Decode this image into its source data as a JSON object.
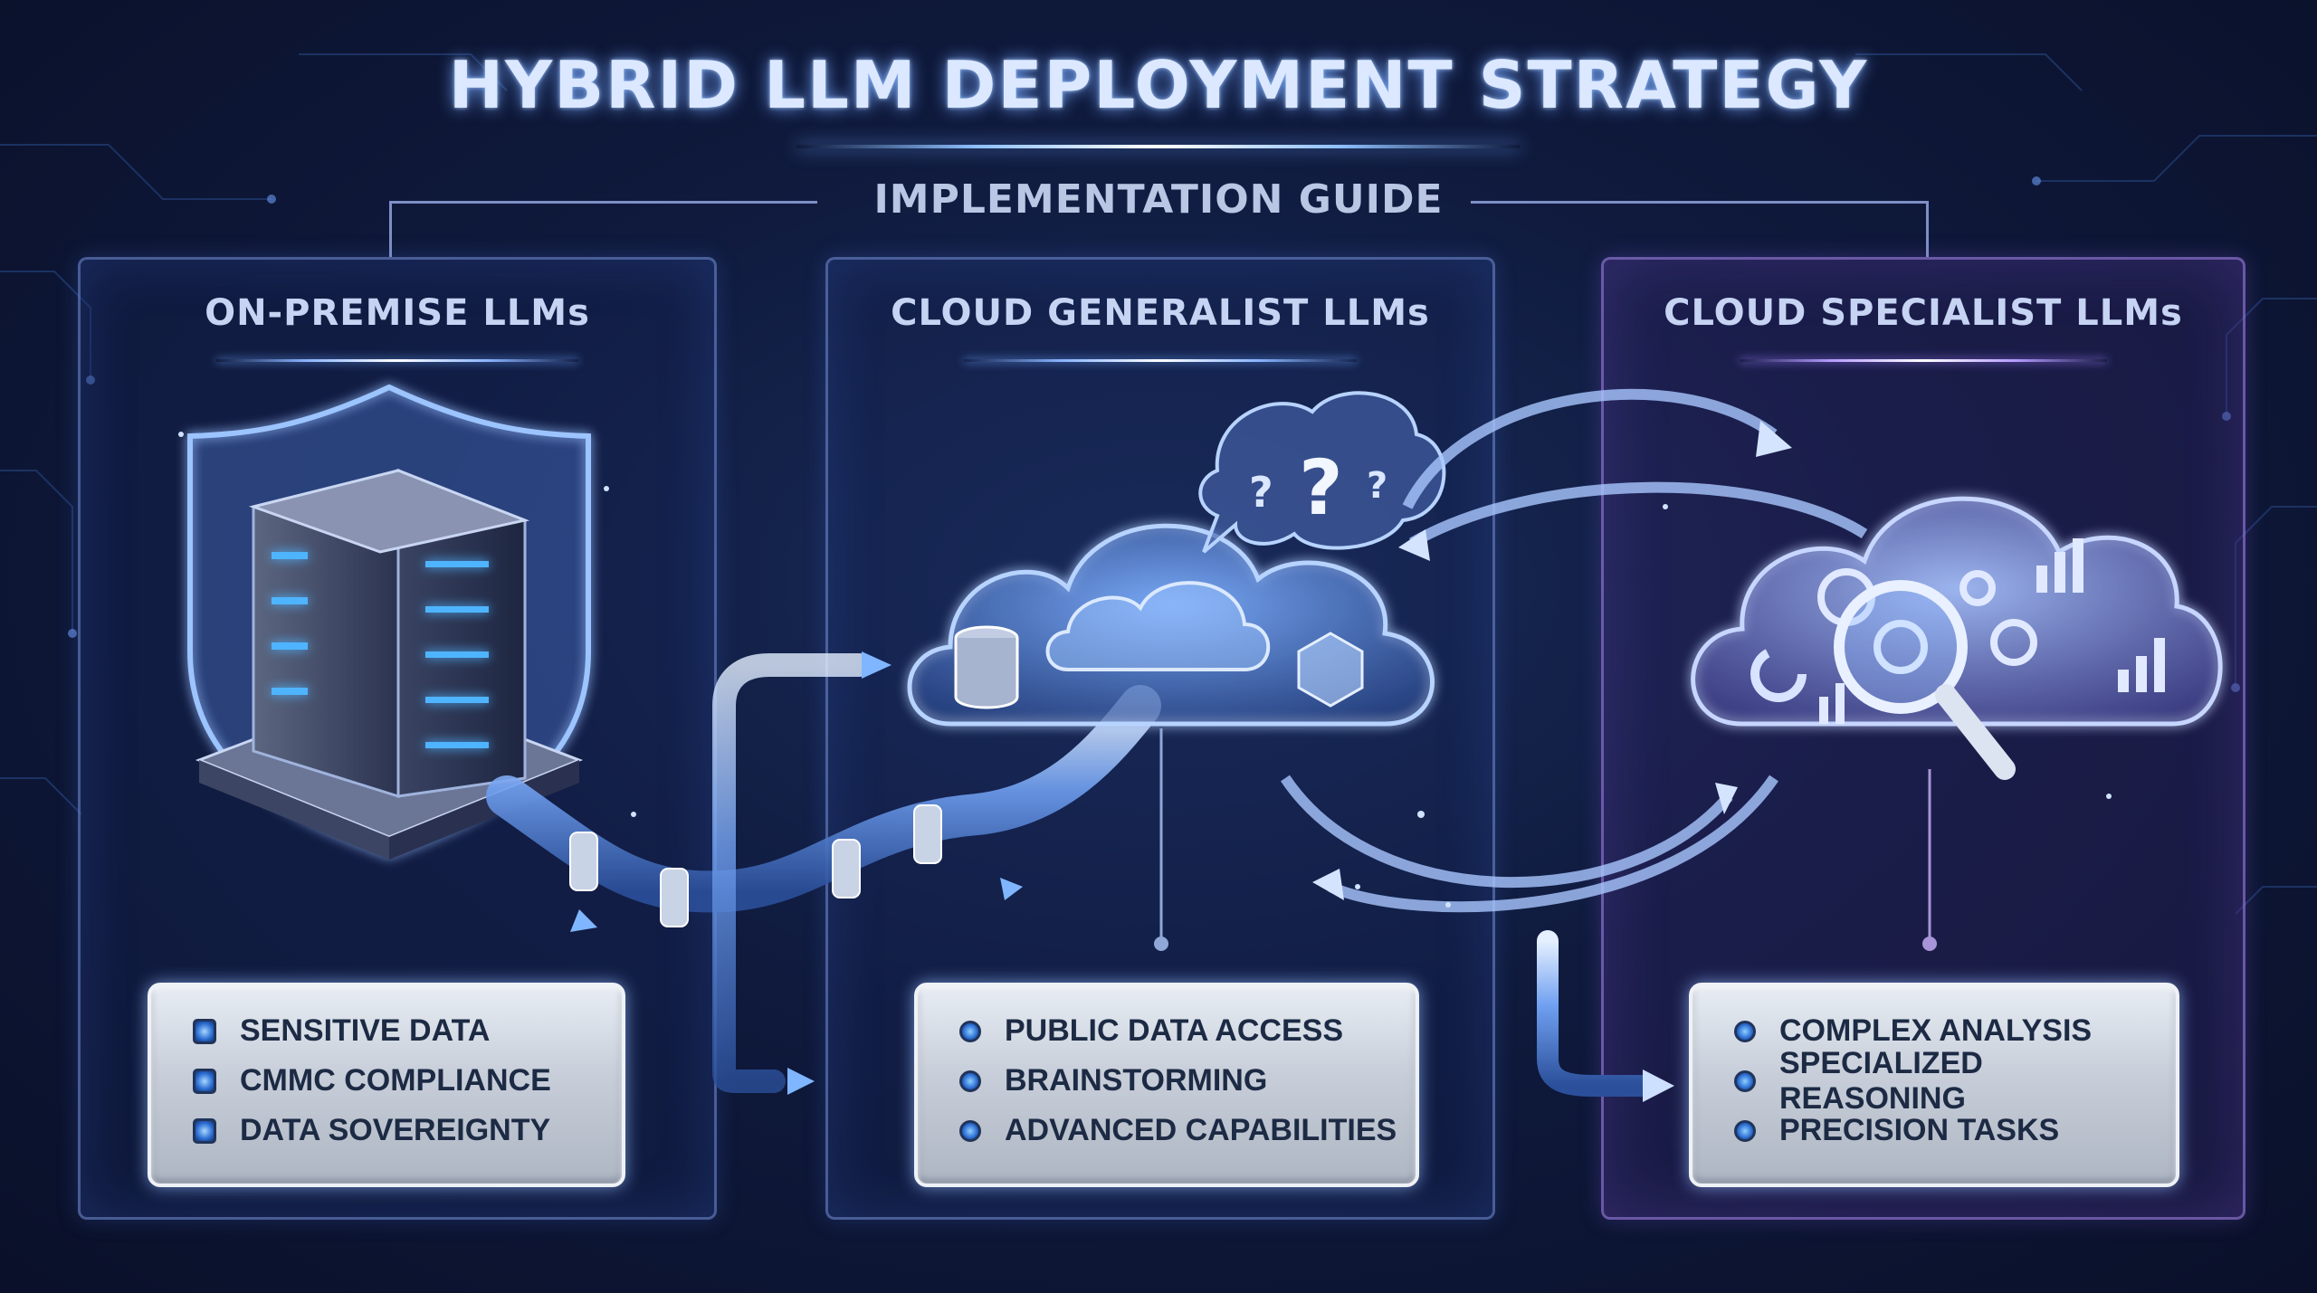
{
  "header": {
    "title": "HYBRID LLM DEPLOYMENT STRATEGY",
    "subtitle": "IMPLEMENTATION GUIDE"
  },
  "panels": [
    {
      "title": "ON-PREMISE LLMs",
      "illustration": "server-shield",
      "items": [
        "SENSITIVE DATA",
        "CMMC COMPLIANCE",
        "DATA SOVEREIGNTY"
      ]
    },
    {
      "title": "CLOUD GENERALIST LLMs",
      "illustration": "cloud-with-question-bubble",
      "items": [
        "PUBLIC DATA ACCESS",
        "BRAINSTORMING",
        "ADVANCED CAPABILITIES"
      ]
    },
    {
      "title": "CLOUD SPECIALIST LLMs",
      "illustration": "cloud-with-magnifier-and-gears",
      "items": [
        "COMPLEX ANALYSIS",
        "SPECIALIZED REASONING",
        "PRECISION TASKS"
      ]
    }
  ],
  "colors": {
    "background": "#0f1a3d",
    "accent_blue": "#6fa8ff",
    "accent_purple": "#a07cff",
    "card": "#c7ced9"
  }
}
